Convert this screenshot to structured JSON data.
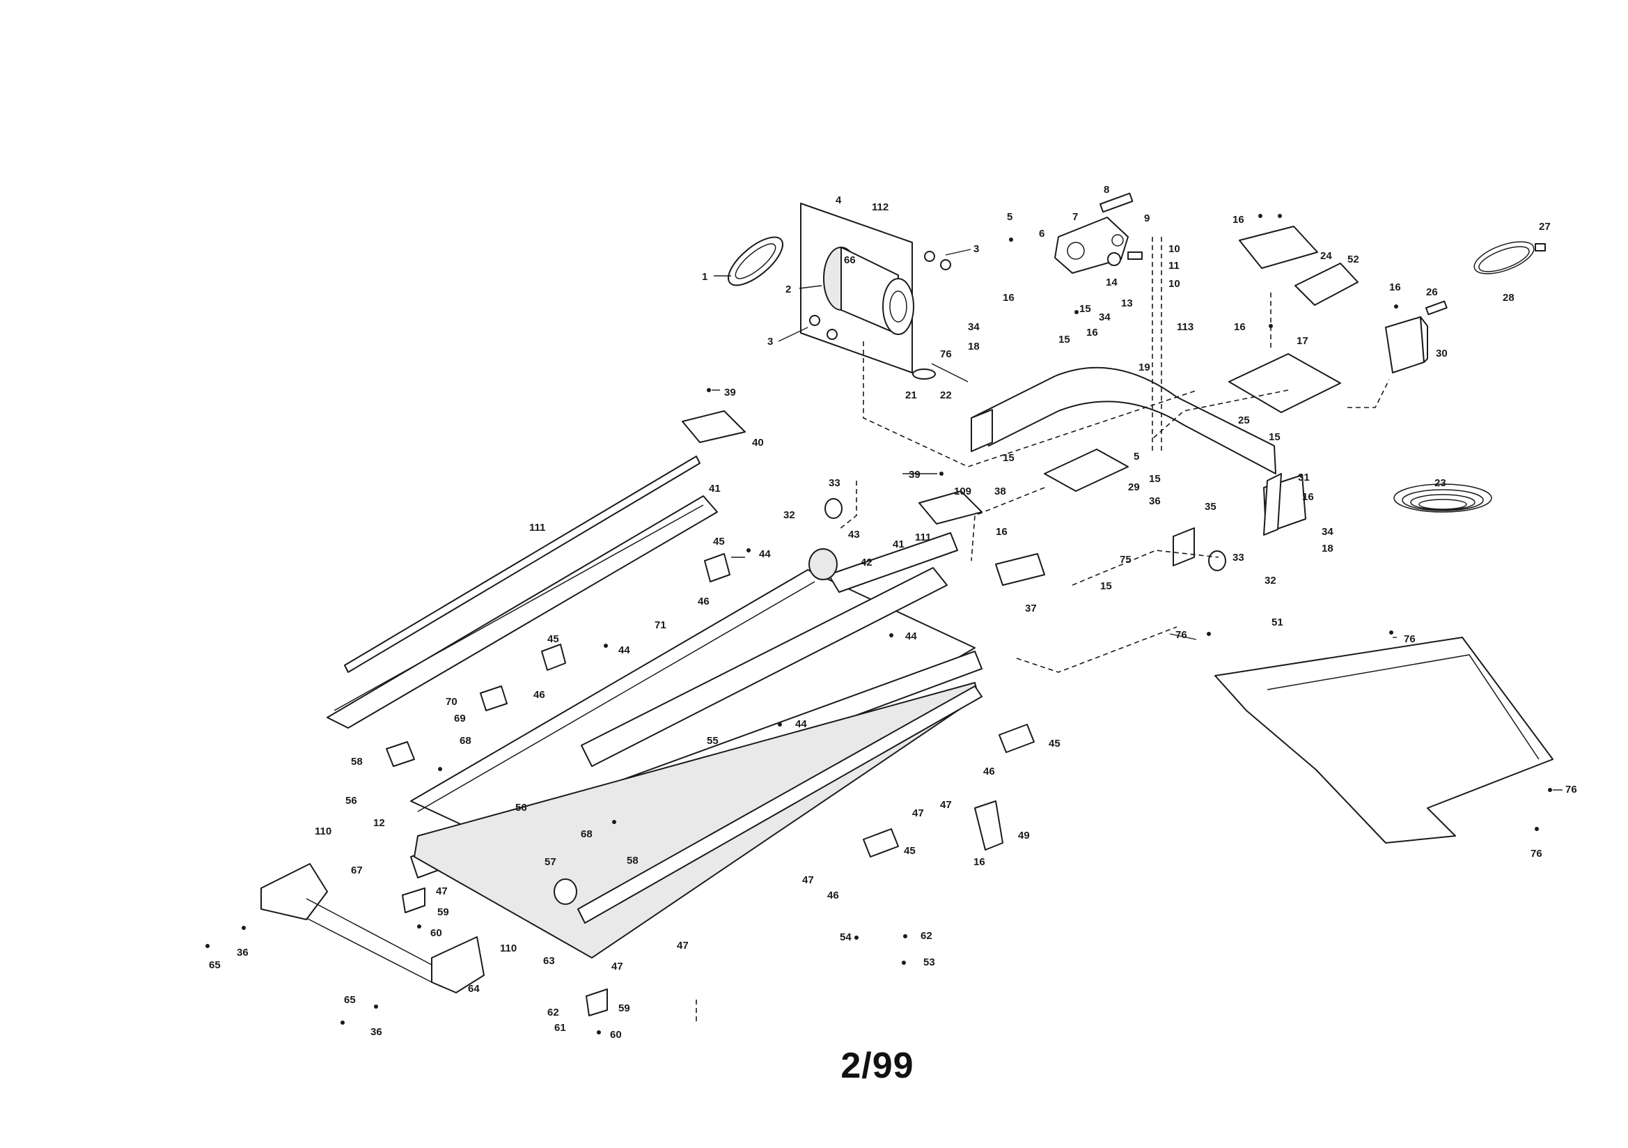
{
  "diagram": {
    "page_label": "2/99",
    "callouts": {
      "c1": "1",
      "c2": "2",
      "c3a": "3",
      "c3b": "3",
      "c4": "4",
      "c5a": "5",
      "c5b": "5",
      "c6": "6",
      "c7": "7",
      "c8": "8",
      "c9": "9",
      "c10a": "10",
      "c10b": "10",
      "c11": "11",
      "c12": "12",
      "c13": "13",
      "c14": "14",
      "c15a": "15",
      "c15b": "15",
      "c15c": "15",
      "c15d": "15",
      "c15e": "15",
      "c15f": "15",
      "c16a": "16",
      "c16b": "16",
      "c16c": "16",
      "c16d": "16",
      "c16e": "16",
      "c16f": "16",
      "c16g": "16",
      "c16h": "16",
      "c17": "17",
      "c18a": "18",
      "c18b": "18",
      "c19": "19",
      "c21": "21",
      "c22": "22",
      "c23": "23",
      "c24": "24",
      "c25": "25",
      "c26": "26",
      "c27": "27",
      "c28": "28",
      "c29": "29",
      "c30": "30",
      "c31": "31",
      "c32a": "32",
      "c32b": "32",
      "c33a": "33",
      "c33b": "33",
      "c34a": "34",
      "c34b": "34",
      "c34c": "34",
      "c35": "35",
      "c36a": "36",
      "c36b": "36",
      "c36c": "36",
      "c37": "37",
      "c38": "38",
      "c39a": "39",
      "c39b": "39",
      "c40": "40",
      "c41a": "41",
      "c41b": "41",
      "c42": "42",
      "c43": "43",
      "c44a": "44",
      "c44b": "44",
      "c44c": "44",
      "c44d": "44",
      "c45a": "45",
      "c45b": "45",
      "c45c": "45",
      "c45d": "45",
      "c46a": "46",
      "c46b": "46",
      "c46c": "46",
      "c46d": "46",
      "c47a": "47",
      "c47b": "47",
      "c47c": "47",
      "c47d": "47",
      "c47e": "47",
      "c47f": "47",
      "c49": "49",
      "c51": "51",
      "c52": "52",
      "c53": "53",
      "c54": "54",
      "c55": "55",
      "c56a": "56",
      "c56b": "56",
      "c57": "57",
      "c58a": "58",
      "c58b": "58",
      "c59a": "59",
      "c59b": "59",
      "c60a": "60",
      "c60b": "60",
      "c61": "61",
      "c62a": "62",
      "c62b": "62",
      "c63": "63",
      "c64": "64",
      "c65a": "65",
      "c65b": "65",
      "c66": "66",
      "c67": "67",
      "c68a": "68",
      "c68b": "68",
      "c69": "69",
      "c70": "70",
      "c71": "71",
      "c75": "75",
      "c76a": "76",
      "c76b": "76",
      "c76c": "76",
      "c76d": "76",
      "c76e": "76",
      "c109": "109",
      "c110a": "110",
      "c110b": "110",
      "c111a": "111",
      "c111b": "111",
      "c112": "112",
      "c113": "113"
    }
  }
}
